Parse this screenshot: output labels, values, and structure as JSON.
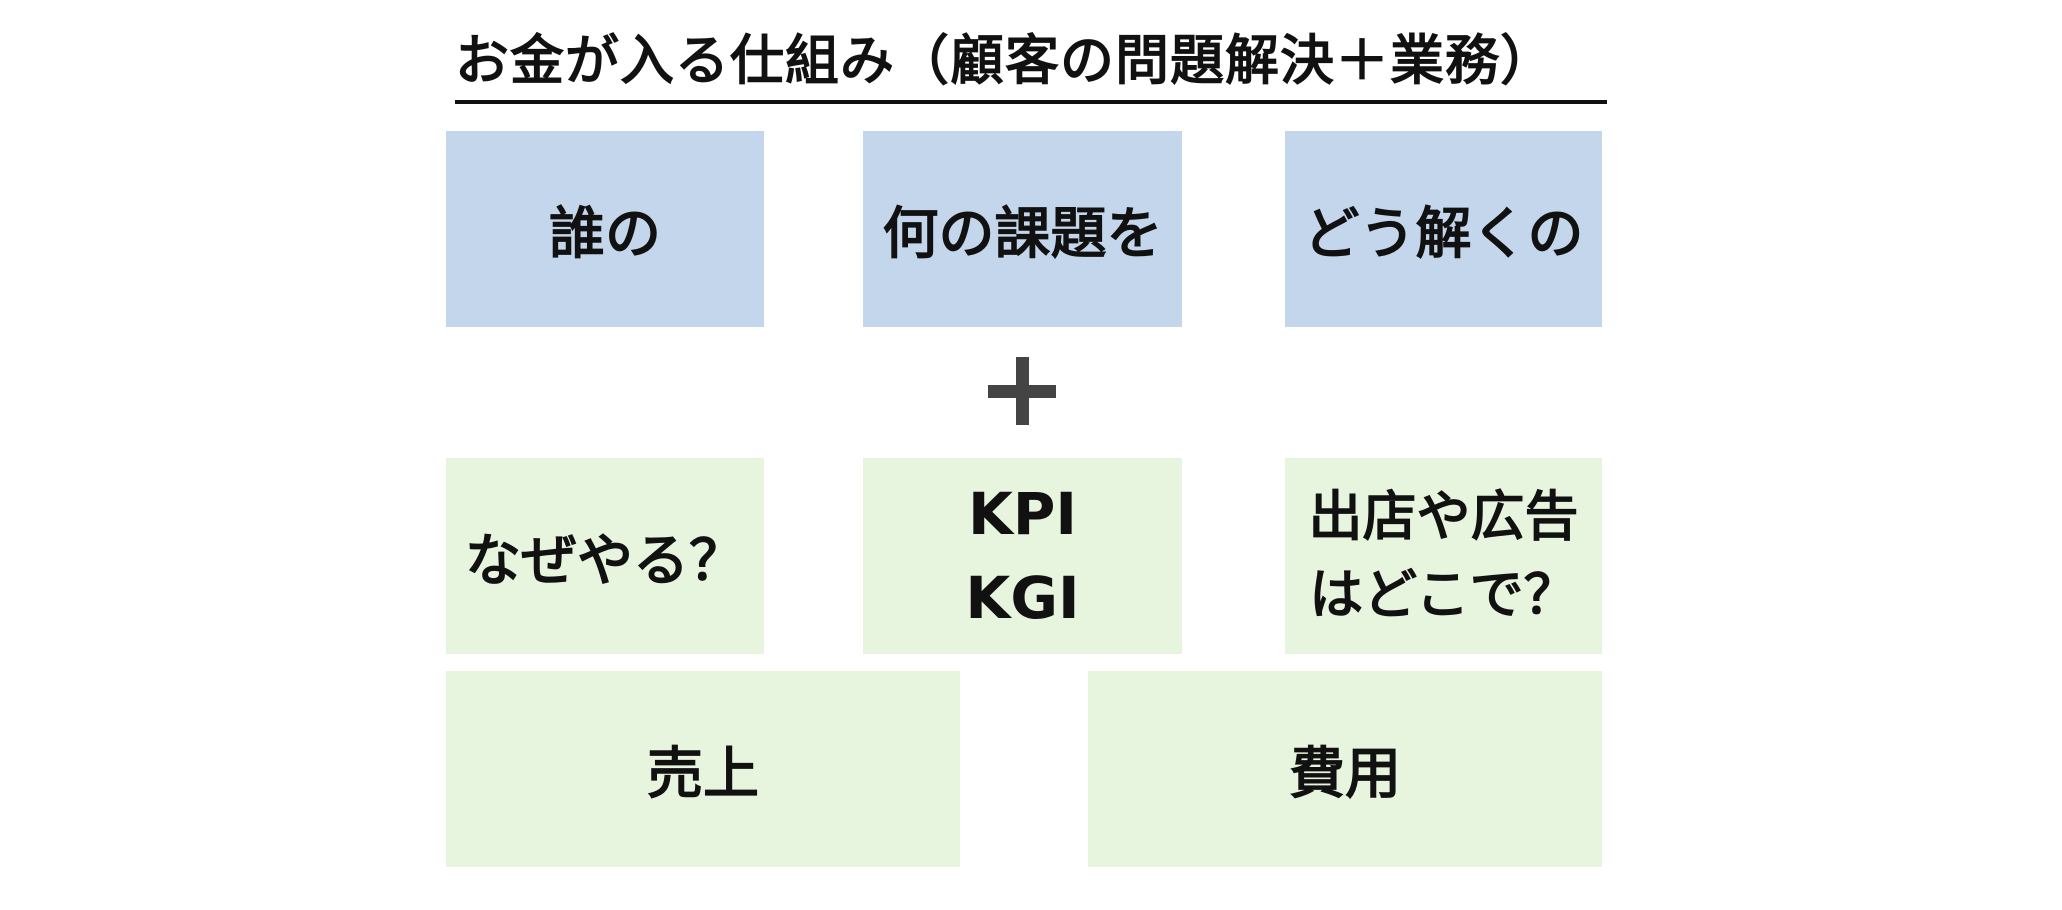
{
  "title": "お金が入る仕組み（顧客の問題解決＋業務）",
  "row1": {
    "who": "誰の",
    "what": "何の課題を",
    "how": "どう解くの"
  },
  "plus_icon": "plus-icon",
  "row2": {
    "why": "なぜやる？",
    "metrics": "KPI\nKGI",
    "where": "出店や広告\nはどこで？"
  },
  "row3": {
    "sales": "売上",
    "cost": "費用"
  },
  "colors": {
    "blue_box": "#c3d6ec",
    "green_box": "#e7f4de",
    "plus": "#444444",
    "text": "#111111"
  }
}
